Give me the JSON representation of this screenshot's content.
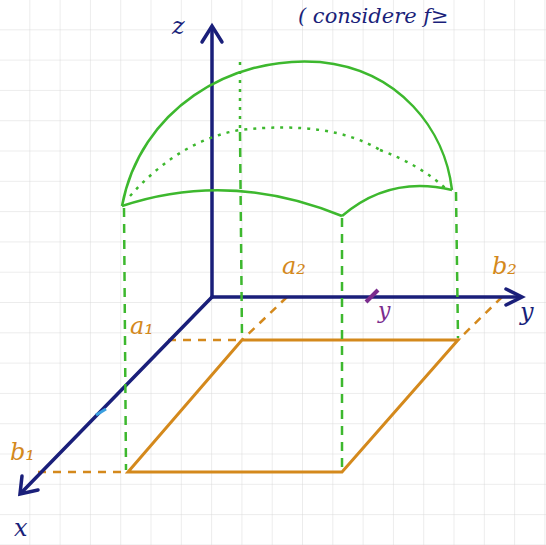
{
  "diagram": {
    "labels": [
      "( considere f≥",
      "z",
      "a₂",
      "b₂",
      "y",
      "y",
      "a₁",
      "b₁",
      "x"
    ]
  }
}
